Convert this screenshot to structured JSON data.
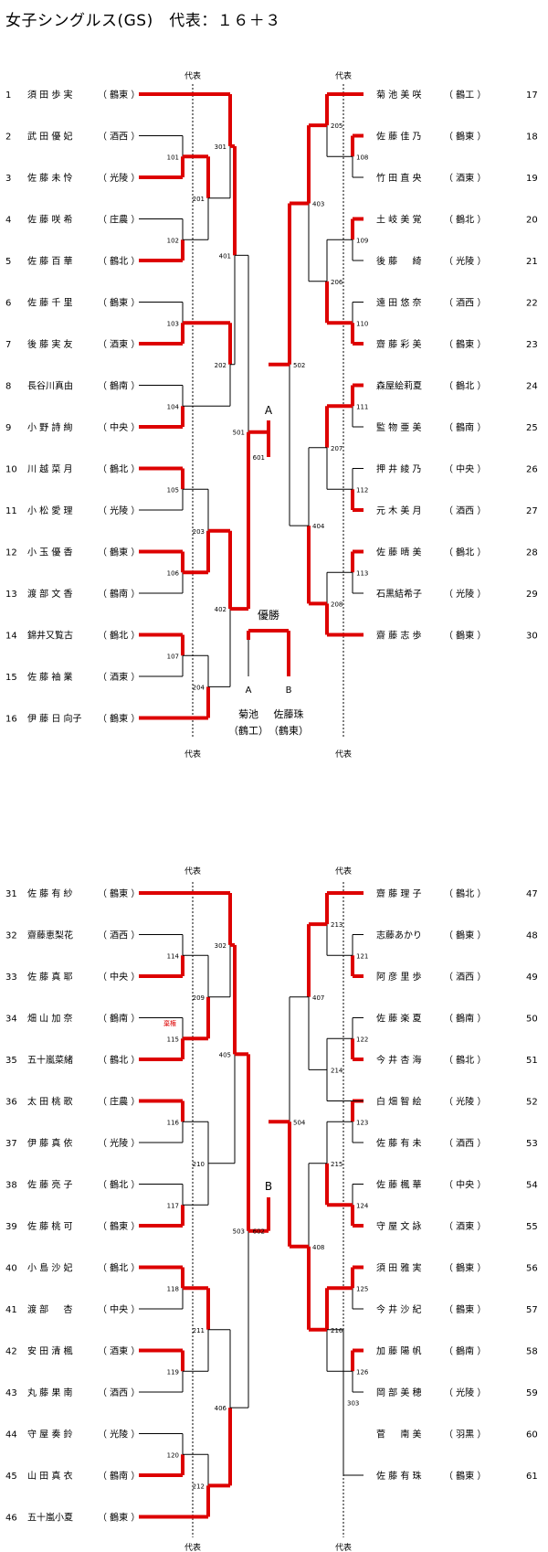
{
  "title": "女子シングルス(GS)　代表：１６＋３",
  "rep_label": "代表",
  "top": {
    "left": [
      {
        "no": "1",
        "name": "須 田 歩 実",
        "team": "（ 鶴東 ）"
      },
      {
        "no": "2",
        "name": "武 田 優 妃",
        "team": "（ 酒西 ）"
      },
      {
        "no": "3",
        "name": "佐 藤 未 怜",
        "team": "（ 光陵 ）"
      },
      {
        "no": "4",
        "name": "佐 藤 咲 希",
        "team": "（ 庄農 ）"
      },
      {
        "no": "5",
        "name": "佐 藤 百 華",
        "team": "（ 鶴北 ）"
      },
      {
        "no": "6",
        "name": "佐 藤 千 里",
        "team": "（ 鶴東 ）"
      },
      {
        "no": "7",
        "name": "後 藤 実 友",
        "team": "（ 酒東 ）"
      },
      {
        "no": "8",
        "name": "長谷川真由",
        "team": "（ 鶴南 ）"
      },
      {
        "no": "9",
        "name": "小 野 詩 絢",
        "team": "（ 中央 ）"
      },
      {
        "no": "10",
        "name": "川 越 菜 月",
        "team": "（ 鶴北 ）"
      },
      {
        "no": "11",
        "name": "小 松 愛 理",
        "team": "（ 光陵 ）"
      },
      {
        "no": "12",
        "name": "小 玉 優 香",
        "team": "（ 鶴東 ）"
      },
      {
        "no": "13",
        "name": "渡 部 文 香",
        "team": "（ 鶴南 ）"
      },
      {
        "no": "14",
        "name": "錦井又覧古",
        "team": "（ 鶴北 ）"
      },
      {
        "no": "15",
        "name": "佐 藤 袖 業",
        "team": "（ 酒東 ）"
      },
      {
        "no": "16",
        "name": "伊 藤 日 向子",
        "team": "（ 鶴東 ）"
      }
    ],
    "right": [
      {
        "no": "17",
        "name": "菊 池 美 咲",
        "team": "（ 鶴工 ）"
      },
      {
        "no": "18",
        "name": "佐 藤 佳 乃",
        "team": "（ 鶴東 ）"
      },
      {
        "no": "19",
        "name": "竹 田 直 央",
        "team": "（ 酒東 ）"
      },
      {
        "no": "20",
        "name": "土 岐 美 覚",
        "team": "（ 鶴北 ）"
      },
      {
        "no": "21",
        "name": "後 藤 　 綺",
        "team": "（ 光陵 ）"
      },
      {
        "no": "22",
        "name": "遠 田 悠 奈",
        "team": "（ 酒西 ）"
      },
      {
        "no": "23",
        "name": "齋 藤 彩 美",
        "team": "（ 鶴東 ）"
      },
      {
        "no": "24",
        "name": "森屋絵莉夏",
        "team": "（ 鶴北 ）"
      },
      {
        "no": "25",
        "name": "監 物 亜 美",
        "team": "（ 鶴南 ）"
      },
      {
        "no": "26",
        "name": "押 井 綾 乃",
        "team": "（ 中央 ）"
      },
      {
        "no": "27",
        "name": "元 木 美 月",
        "team": "（ 酒西 ）"
      },
      {
        "no": "28",
        "name": "佐 藤 晴 美",
        "team": "（ 鶴北 ）"
      },
      {
        "no": "29",
        "name": "石黒結希子",
        "team": "（ 光陵 ）"
      },
      {
        "no": "30",
        "name": "齋 藤 志 歩",
        "team": "（ 鶴東 ）"
      }
    ],
    "match_labels": [
      "101",
      "102",
      "103",
      "104",
      "105",
      "106",
      "107",
      "201",
      "202",
      "203",
      "204",
      "301",
      "401",
      "402",
      "501",
      "601",
      "108",
      "109",
      "110",
      "111",
      "112",
      "113",
      "205",
      "206",
      "207",
      "208",
      "403",
      "404",
      "502"
    ],
    "marker": "A",
    "winner_label": "優勝",
    "final_a_label": "A",
    "final_b_label": "B",
    "final_a_name": "菊池",
    "final_a_team": "（鶴工）",
    "final_b_name": "佐藤珠",
    "final_b_team": "（鶴東）"
  },
  "bottom": {
    "left": [
      {
        "no": "31",
        "name": "佐 藤 有 紗",
        "team": "（ 鶴東 ）"
      },
      {
        "no": "32",
        "name": "齋藤恵梨花",
        "team": "（ 酒西 ）"
      },
      {
        "no": "33",
        "name": "佐 藤 真 耶",
        "team": "（ 中央 ）"
      },
      {
        "no": "34",
        "name": "畑 山 加 奈",
        "team": "（ 鶴南 ）"
      },
      {
        "no": "35",
        "name": "五十嵐菜緒",
        "team": "（ 鶴北 ）"
      },
      {
        "no": "36",
        "name": "太 田 桃 歌",
        "team": "（ 庄農 ）"
      },
      {
        "no": "37",
        "name": "伊 藤 真 依",
        "team": "（ 光陵 ）"
      },
      {
        "no": "38",
        "name": "佐 藤 亮 子",
        "team": "（ 鶴北 ）"
      },
      {
        "no": "39",
        "name": "佐 藤 桃 可",
        "team": "（ 鶴東 ）"
      },
      {
        "no": "40",
        "name": "小 島 沙 妃",
        "team": "（ 鶴北 ）"
      },
      {
        "no": "41",
        "name": "渡 部 　 杏",
        "team": "（ 中央 ）"
      },
      {
        "no": "42",
        "name": "安 田 清 楓",
        "team": "（ 酒東 ）"
      },
      {
        "no": "43",
        "name": "丸 藤 果 南",
        "team": "（ 酒西 ）"
      },
      {
        "no": "44",
        "name": "守 屋 奏 鈴",
        "team": "（ 光陵 ）"
      },
      {
        "no": "45",
        "name": "山 田 真 衣",
        "team": "（ 鶴南 ）"
      },
      {
        "no": "46",
        "name": "五十嵐小夏",
        "team": "（ 鶴東 ）"
      }
    ],
    "right": [
      {
        "no": "47",
        "name": "齋 藤 理 子",
        "team": "（ 鶴北 ）"
      },
      {
        "no": "48",
        "name": "志藤あかり",
        "team": "（ 鶴東 ）"
      },
      {
        "no": "49",
        "name": "阿 彦 里 歩",
        "team": "（ 酒西 ）"
      },
      {
        "no": "50",
        "name": "佐 藤 楽 夏",
        "team": "（ 鶴南 ）"
      },
      {
        "no": "51",
        "name": "今 井 杏 海",
        "team": "（ 鶴北 ）"
      },
      {
        "no": "52",
        "name": "白 畑 智 絵",
        "team": "（ 光陵 ）"
      },
      {
        "no": "53",
        "name": "佐 藤 有 未",
        "team": "（ 酒西 ）"
      },
      {
        "no": "54",
        "name": "佐 藤 楓 華",
        "team": "（ 中央 ）"
      },
      {
        "no": "55",
        "name": "守 屋 文 詠",
        "team": "（ 酒東 ）"
      },
      {
        "no": "56",
        "name": "須 田 雅 実",
        "team": "（ 鶴東 ）"
      },
      {
        "no": "57",
        "name": "今 井 沙 紀",
        "team": "（ 鶴東 ）"
      },
      {
        "no": "58",
        "name": "加 藤 陽 帆",
        "team": "（ 鶴南 ）"
      },
      {
        "no": "59",
        "name": "岡 部 美 穂",
        "team": "（ 光陵 ）"
      },
      {
        "no": "60",
        "name": "菅 　 南 美",
        "team": "（ 羽黒 ）"
      },
      {
        "no": "61",
        "name": "佐 藤 有 珠",
        "team": "（ 鶴東 ）"
      }
    ],
    "match_labels": [
      "114",
      "115",
      "116",
      "117",
      "118",
      "119",
      "120",
      "209",
      "210",
      "211",
      "212",
      "302",
      "405",
      "406",
      "503",
      "602",
      "121",
      "122",
      "123",
      "124",
      "125",
      "126",
      "213",
      "214",
      "215",
      "216",
      "303",
      "407",
      "408",
      "504"
    ],
    "marker": "B",
    "forfeit_note": "棄権"
  },
  "colors": {
    "winner_line": "#dd0000",
    "line": "#000000"
  }
}
